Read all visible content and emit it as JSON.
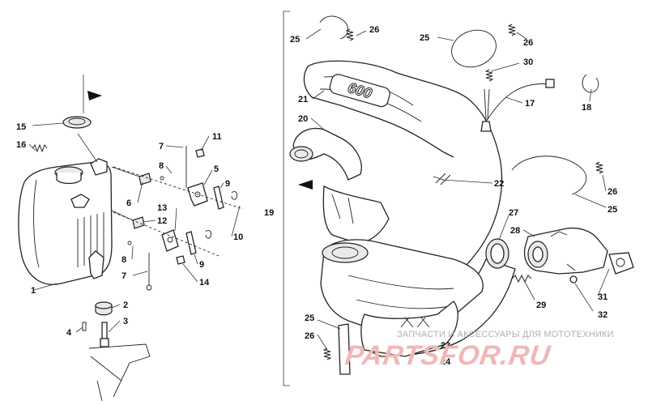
{
  "diagram": {
    "engraved_text": "600",
    "callouts": {
      "c1": "1",
      "c2": "2",
      "c3": "3",
      "c4": "4",
      "c5": "5",
      "c6": "6",
      "c7a": "7",
      "c7b": "7",
      "c8a": "8",
      "c8b": "8",
      "c9a": "9",
      "c9b": "9",
      "c10": "10",
      "c11": "11",
      "c12": "12",
      "c13": "13",
      "c14": "14",
      "c15": "15",
      "c16": "16",
      "c17": "17",
      "c18": "18",
      "c19": "19",
      "c20": "20",
      "c21": "21",
      "c22": "22",
      "c23": "23",
      "c24": "24",
      "c25a": "25",
      "c25b": "25",
      "c25c": "25",
      "c25d": "25",
      "c26a": "26",
      "c26b": "26",
      "c26c": "26",
      "c26d": "26",
      "c27": "27",
      "c28": "28",
      "c29": "29",
      "c30": "30",
      "c31": "31",
      "c32": "32"
    }
  },
  "watermark": {
    "caption": "ЗАПЧАСТИ И АКСЕССУАРЫ ДЛЯ МОТОТЕХНИКИ",
    "logo": "PARTSFOR.RU"
  }
}
